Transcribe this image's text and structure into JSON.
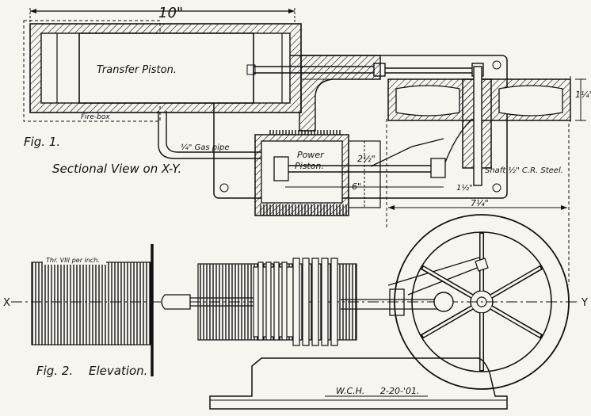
{
  "dimensions": {
    "cylinder_length": "10\"",
    "flywheel_width": "1¼\"",
    "power_cyl_dia": "2½\"",
    "power_cyl_length": "6\"",
    "rod_dia": "1½\"",
    "base_length": "7¼\""
  },
  "labels": {
    "transfer_piston": "Transfer Piston.",
    "fire_box": "Fire-box",
    "gas_pipe": "¼\" Gas pipe",
    "power_piston_1": "Power",
    "power_piston_2": "Piston.",
    "shaft": "Shaft ½\" C.R. Steel.",
    "thread": "Thr. VIII per inch.",
    "x": "X",
    "y": "Y",
    "signature": "W.C.H.",
    "date": "2-20-'01."
  },
  "captions": {
    "fig1": "Fig. 1.",
    "sectional": "Sectional View on X-Y.",
    "fig2": "Fig. 2.",
    "elevation": "Elevation."
  },
  "colors": {
    "ink": "#111111",
    "paper": "#f7f5ef"
  }
}
